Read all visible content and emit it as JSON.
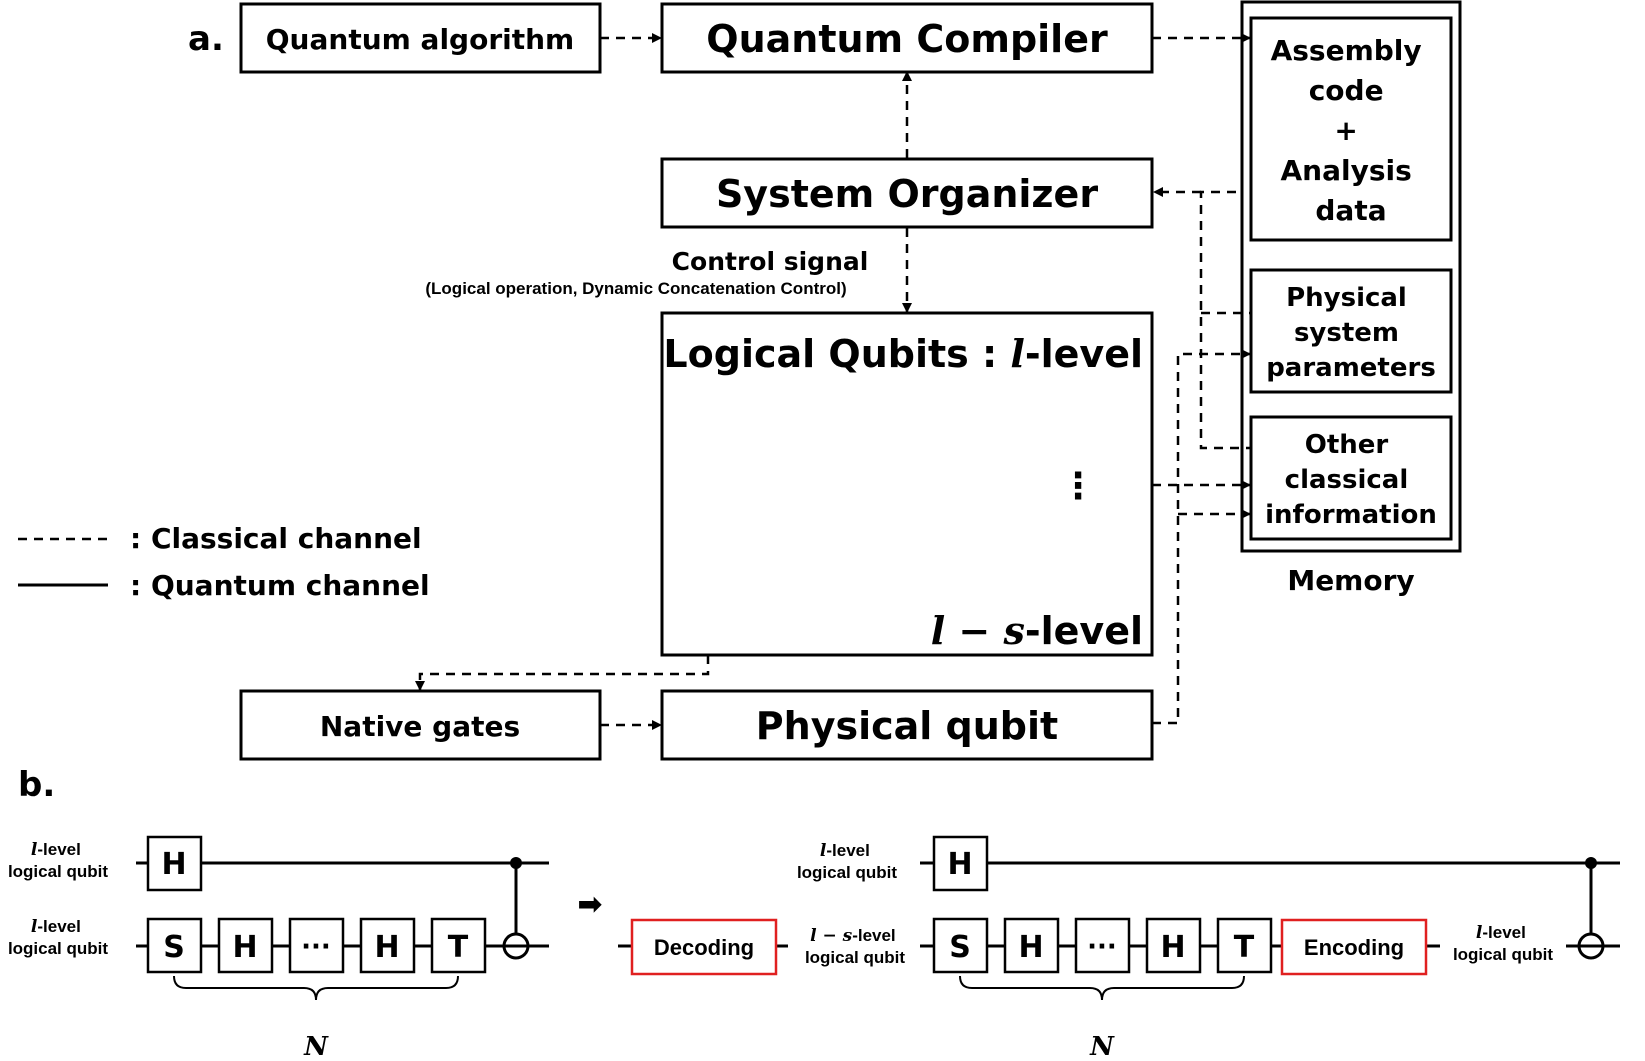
{
  "panel_a": {
    "label": "a.",
    "quantum_algorithm": "Quantum algorithm",
    "quantum_compiler": "Quantum Compiler",
    "system_organizer": "System Organizer",
    "control_signal": "Control signal",
    "control_signal_detail": "(Logical operation, Dynamic Concatenation Control)",
    "logical_qubits_prefix": "Logical Qubits : ",
    "l_symbol": "l",
    "level_suffix": "-level",
    "ls_symbol": "l − s",
    "vertical_ellipsis": "⋮",
    "native_gates": "Native gates",
    "physical_qubit": "Physical qubit",
    "memory": {
      "title": "Memory",
      "assembly_lines": [
        "Assembly",
        "code",
        "+",
        "Analysis",
        "data"
      ],
      "physical_lines": [
        "Physical",
        "system",
        "parameters"
      ],
      "other_lines": [
        "Other",
        "classical",
        "information"
      ]
    },
    "legend": {
      "classical": ": Classical channel",
      "quantum": ": Quantum channel"
    }
  },
  "panel_b": {
    "label": "b.",
    "l_symbol": "l",
    "ls_symbol": "l − s",
    "level_suffix": "-level",
    "logical_qubit": "logical qubit",
    "gates": {
      "H": "H",
      "S": "S",
      "T": "T",
      "dots": "···"
    },
    "N": "N",
    "decoding": "Decoding",
    "encoding": "Encoding",
    "arrow": "➡"
  },
  "colors": {
    "encode_decode_border": "#e02020"
  }
}
